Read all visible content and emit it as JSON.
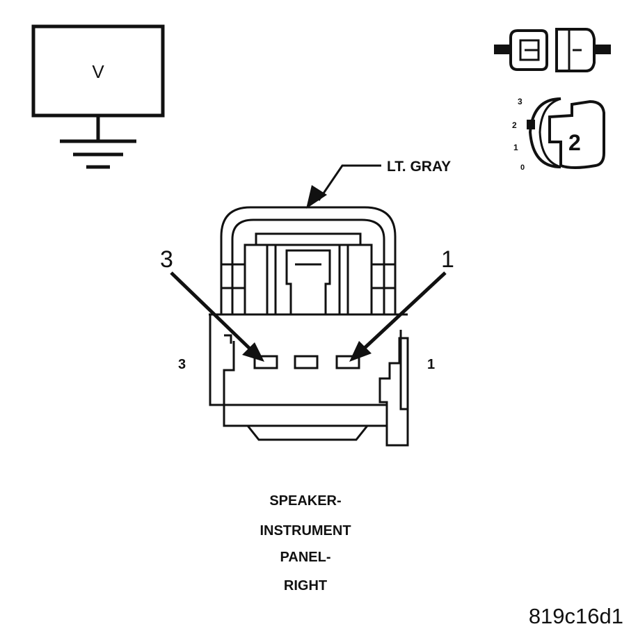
{
  "meter": {
    "label": "V"
  },
  "connector_icons": {
    "mode_scale": [
      "3",
      "2",
      "1",
      "0"
    ],
    "selected_mode": "2"
  },
  "connector": {
    "color_label": "LT. GRAY",
    "pin_callout_left": "3",
    "pin_callout_right": "1",
    "pin_label_left": "3",
    "pin_label_right": "1"
  },
  "caption": {
    "lines": [
      "SPEAKER-",
      "INSTRUMENT",
      "PANEL-",
      "RIGHT"
    ]
  },
  "figure_id": "819c16d1",
  "colors": {
    "line": "#111111",
    "background": "#ffffff"
  }
}
